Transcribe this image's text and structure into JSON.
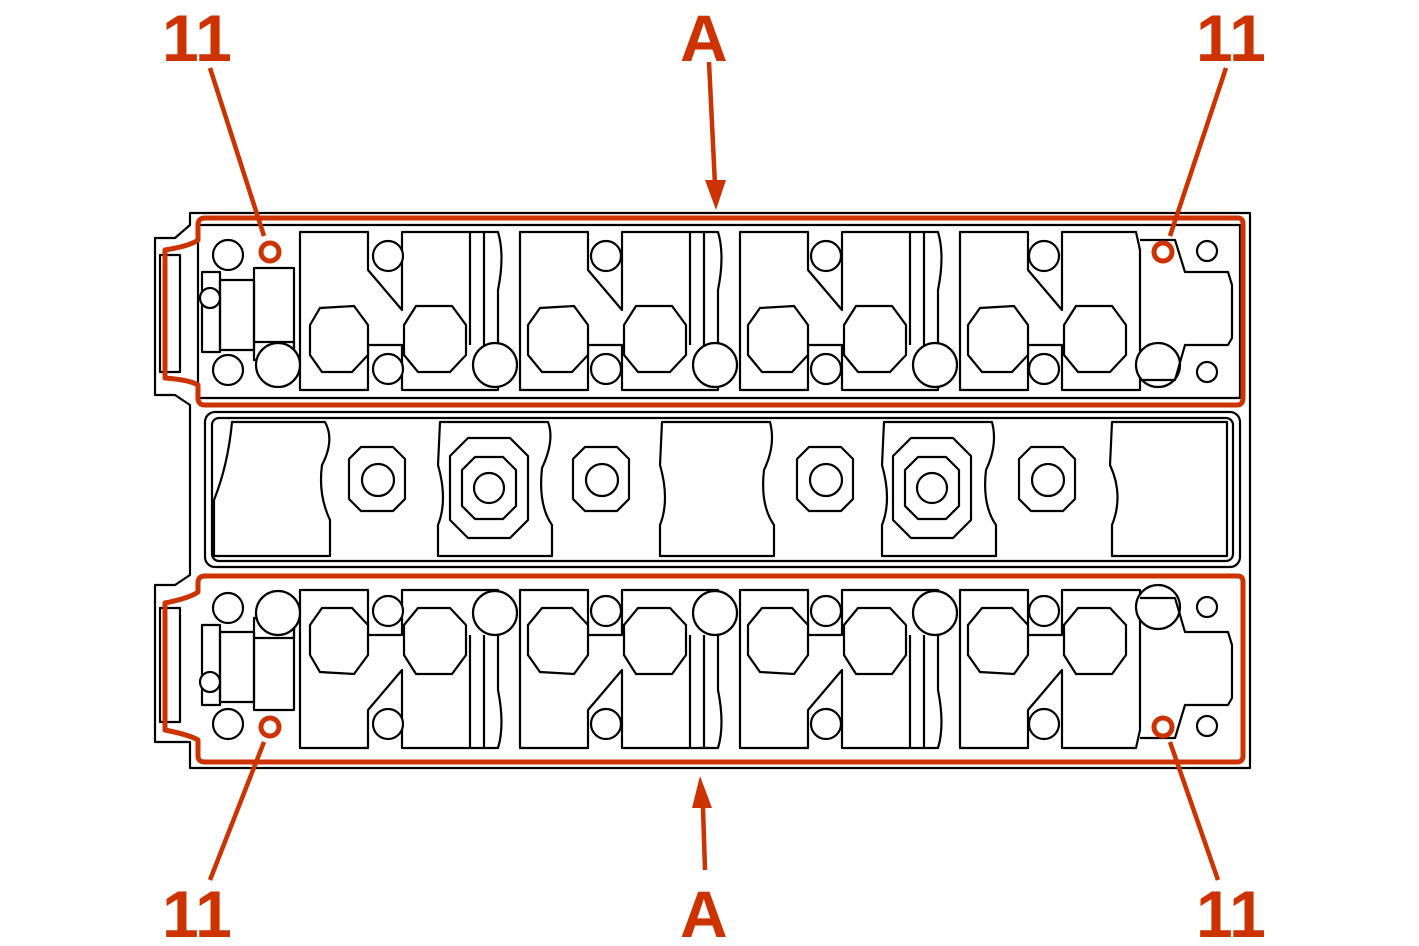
{
  "callouts": {
    "top_left": "11",
    "top_center": "A",
    "top_right": "11",
    "bottom_left": "11",
    "bottom_center": "A",
    "bottom_right": "11"
  },
  "colors": {
    "highlight": "#cc3300",
    "outline": "#000000",
    "background": "#ffffff"
  }
}
